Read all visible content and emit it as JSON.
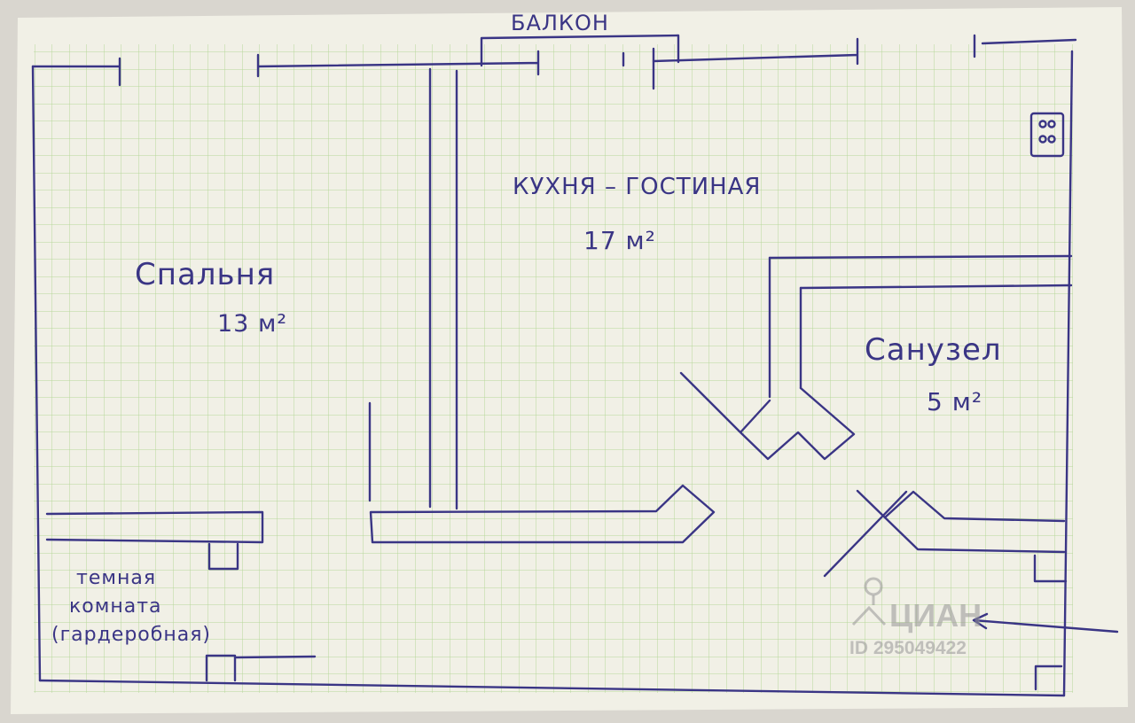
{
  "rooms": {
    "balcony": {
      "name": "БАЛКОН"
    },
    "kitchen_living": {
      "name": "КУХНЯ – ГОСТИНАЯ",
      "area": "17 м²"
    },
    "bedroom": {
      "name": "Спальня",
      "area": "13 м²"
    },
    "bathroom": {
      "name": "Санузел",
      "area": "5 м²"
    },
    "dark_room": {
      "line1": "темная",
      "line2": "комната",
      "line3": "(гардеробная)"
    }
  },
  "watermark": {
    "brand": "ЦИАН",
    "id": "ID 295049422"
  },
  "colors": {
    "ink": "#3a3585",
    "grid": "#b6d79a",
    "paper": "#f1f0e6"
  }
}
